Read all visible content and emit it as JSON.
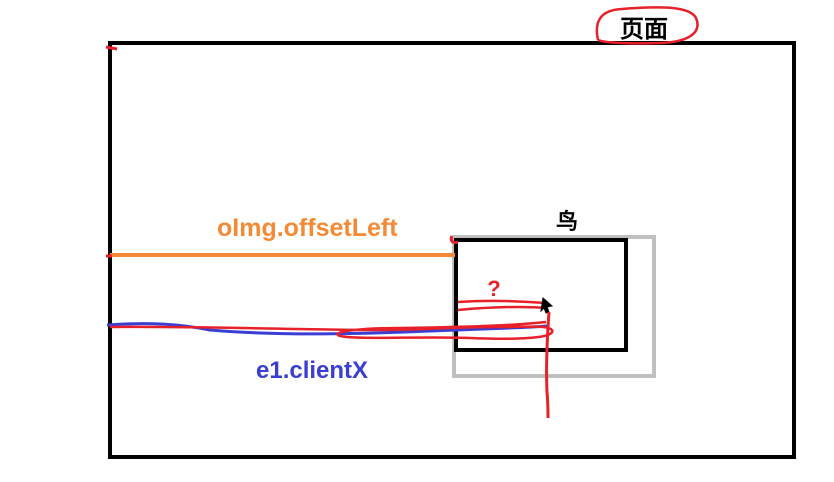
{
  "labels": {
    "page": "页面",
    "bird": "鸟",
    "offset_left": "oImg.offsetLeft",
    "client_x": "e1.clientX",
    "question": "?"
  },
  "colors": {
    "frame": "#000000",
    "image_box": "#c0c0c0",
    "offset_line": "#f58a35",
    "client_line": "#3a3ed2",
    "annotation": "#e8202a"
  }
}
